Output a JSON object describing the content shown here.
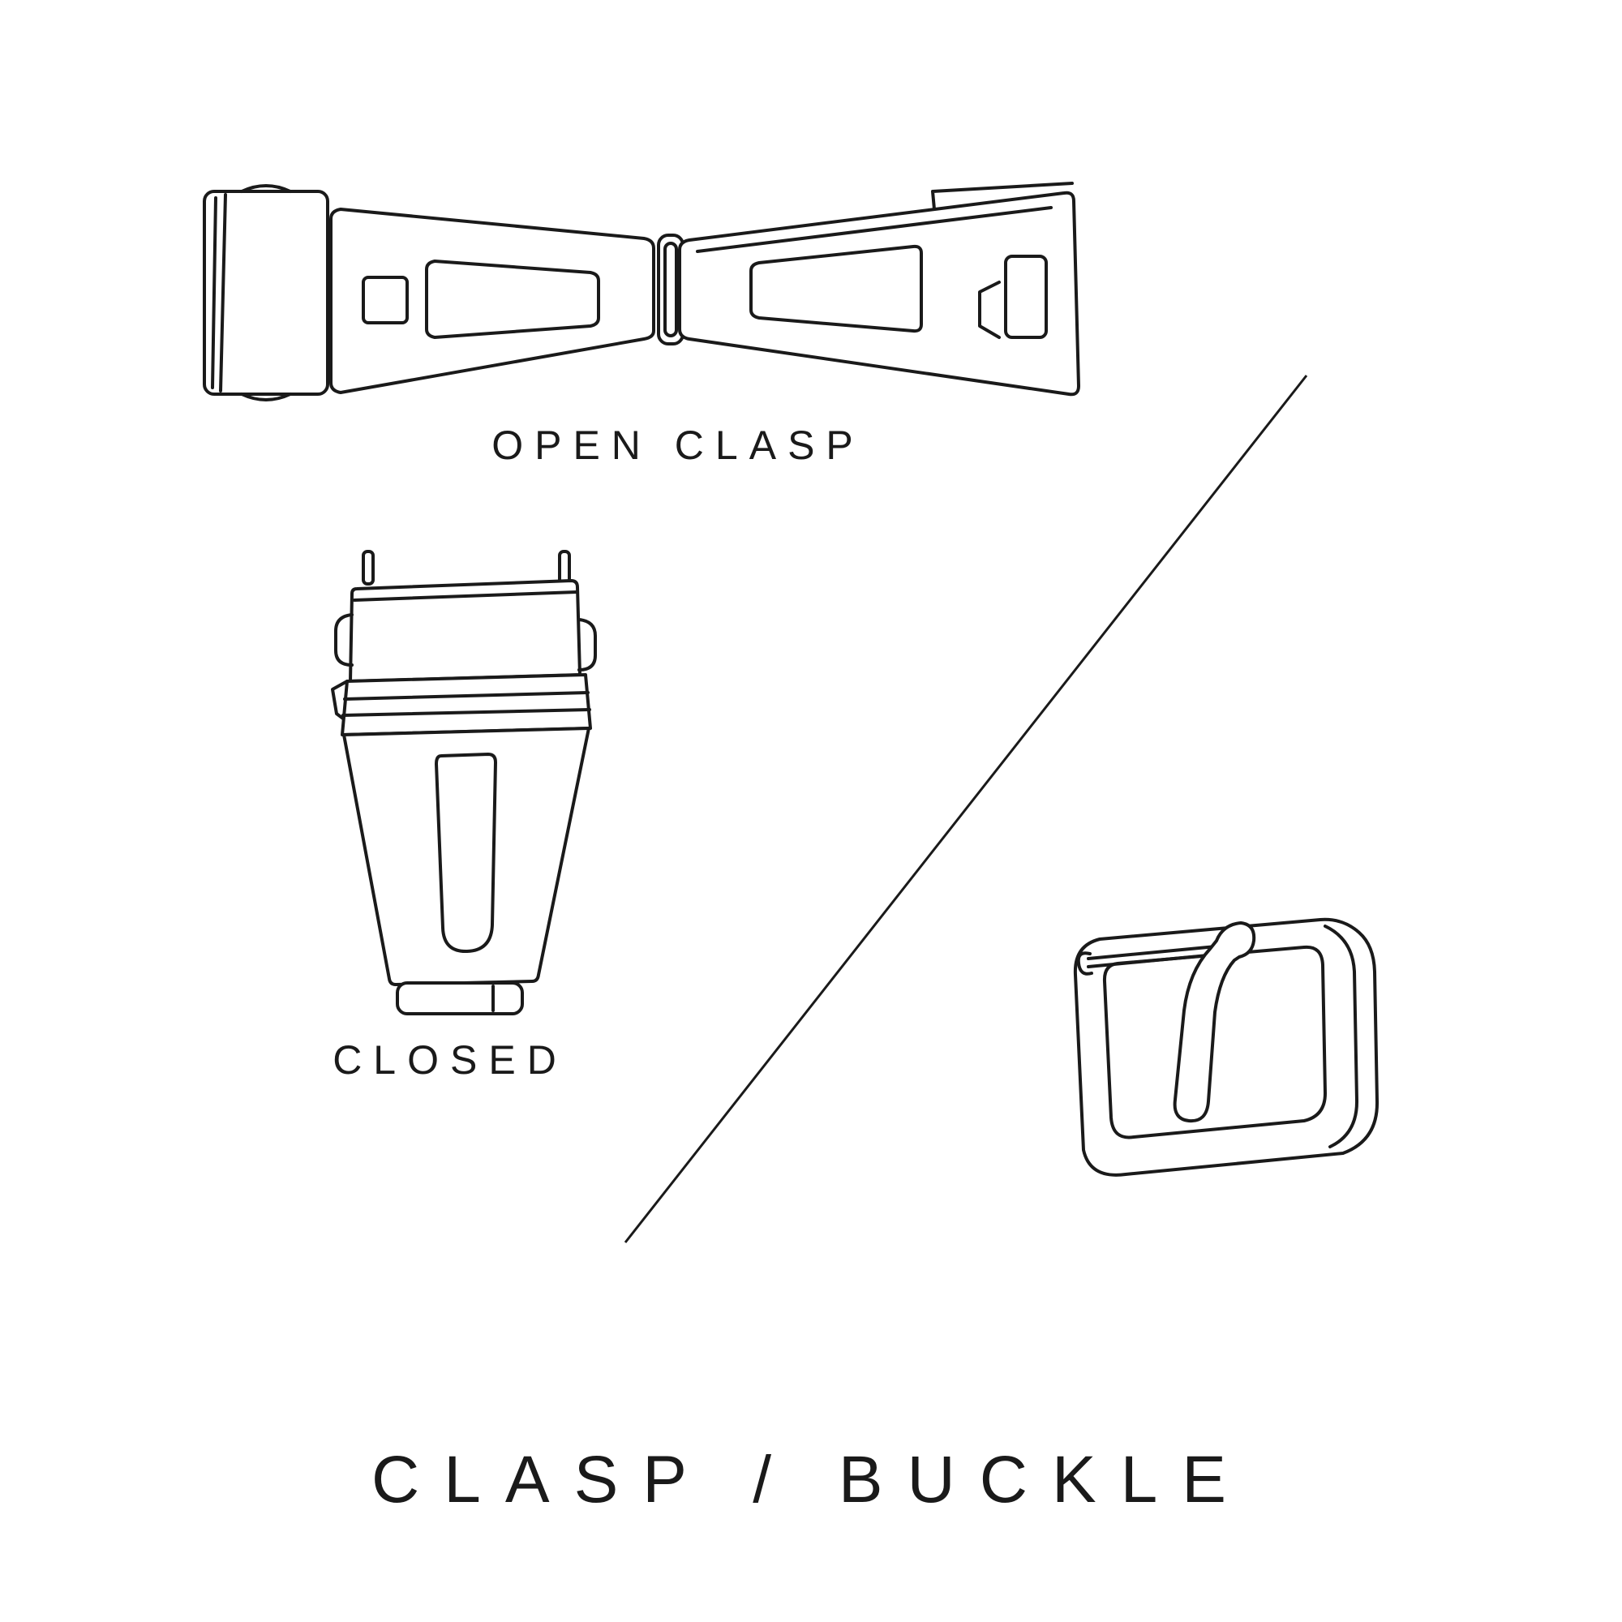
{
  "title": "CLASP / BUCKLE",
  "illustrations": {
    "open_clasp": {
      "name": "open-clasp",
      "caption": "OPEN CLASP"
    },
    "closed_clasp": {
      "name": "closed-clasp",
      "caption": "CLOSED"
    },
    "buckle": {
      "name": "tang-buckle"
    }
  },
  "icons": [
    "open-clasp-illustration",
    "closed-clasp-illustration",
    "tang-buckle-illustration",
    "diagonal-divider-line"
  ],
  "colors": {
    "line": "#1a1a1a",
    "background": "#ffffff"
  }
}
